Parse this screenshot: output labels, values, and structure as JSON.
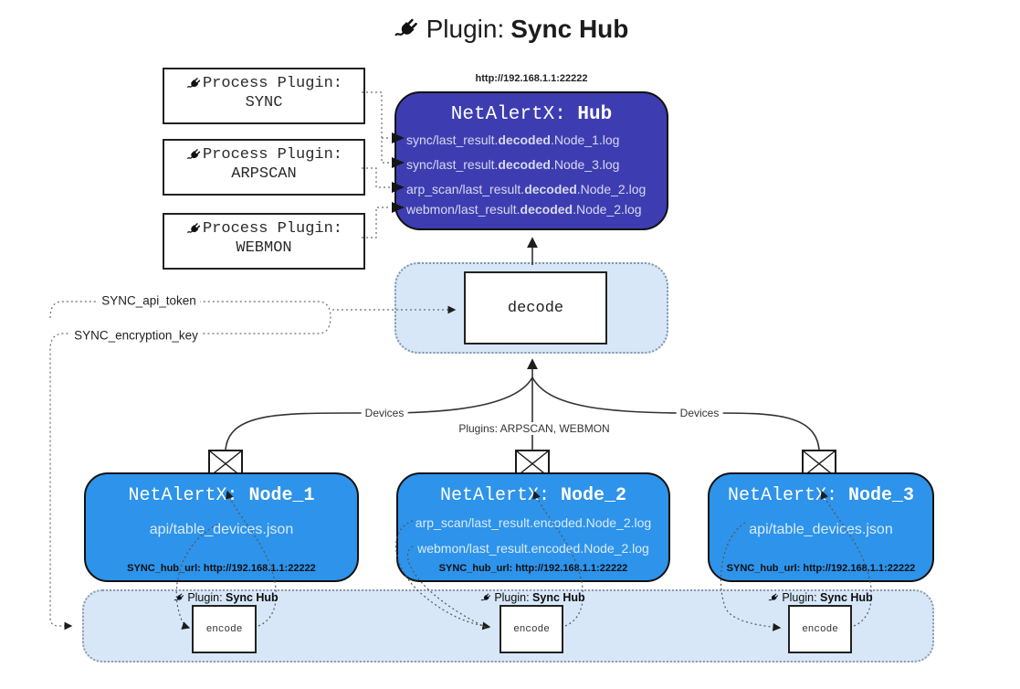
{
  "title": {
    "prefix": "Plugin: ",
    "name": "Sync Hub"
  },
  "colors": {
    "hub_fill": "#3d3db1",
    "node_fill": "#2e93ea",
    "panel_fill": "#d7e7f8",
    "hub_text": "#d8d8f0",
    "node_text": "#d9ecfc"
  },
  "process_plugins": [
    {
      "label": "Process Plugin:",
      "name": "SYNC"
    },
    {
      "label": "Process Plugin:",
      "name": "ARPSCAN"
    },
    {
      "label": "Process Plugin:",
      "name": "WEBMON"
    }
  ],
  "hub": {
    "url": "http://192.168.1.1:22222",
    "title_prefix": "NetAlertX: ",
    "title_name": "Hub",
    "files": [
      {
        "pre": "sync/last_result.",
        "bold": "decoded",
        "post": ".Node_1.log"
      },
      {
        "pre": "sync/last_result.",
        "bold": "decoded",
        "post": ".Node_3.log"
      },
      {
        "pre": "arp_scan/last_result.",
        "bold": "decoded",
        "post": ".Node_2.log"
      },
      {
        "pre": "webmon/last_result.",
        "bold": "decoded",
        "post": ".Node_2.log"
      }
    ]
  },
  "decode": {
    "label": "decode"
  },
  "secrets": {
    "api_token": "SYNC_api_token",
    "encryption_key": "SYNC_encryption_key"
  },
  "edges": {
    "left": "Devices",
    "middle": "Plugins: ARPSCAN, WEBMON",
    "right": "Devices"
  },
  "nodes": [
    {
      "title_prefix": "NetAlertX: ",
      "title_name": "Node_1",
      "files": [
        "api/table_devices.json"
      ],
      "hub_url": "SYNC_hub_url: http://192.168.1.1:22222"
    },
    {
      "title_prefix": "NetAlertX: ",
      "title_name": "Node_2",
      "files": [
        "arp_scan/last_result.encoded.Node_2.log",
        "webmon/last_result.encoded.Node_2.log"
      ],
      "hub_url": "SYNC_hub_url: http://192.168.1.1:22222"
    },
    {
      "title_prefix": "NetAlertX: ",
      "title_name": "Node_3",
      "files": [
        "api/table_devices.json"
      ],
      "hub_url": "SYNC_hub_url: http://192.168.1.1:22222"
    }
  ],
  "encode_section": {
    "plugin_prefix": "Plugin: ",
    "plugin_name": "Sync Hub",
    "encode_label": "encode"
  }
}
